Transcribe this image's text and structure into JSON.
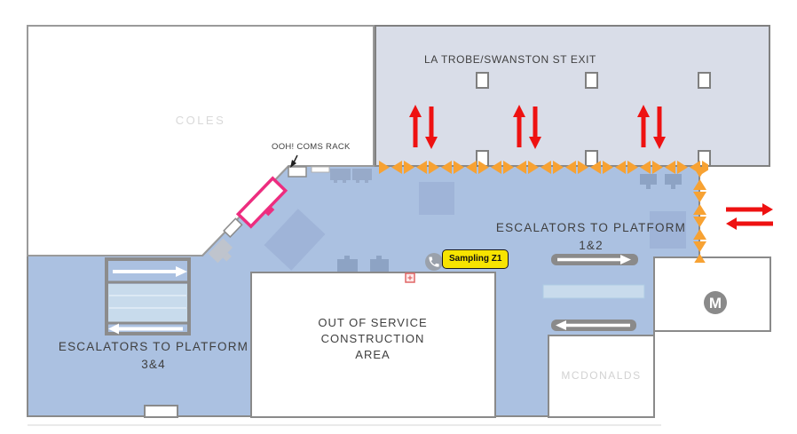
{
  "colors": {
    "concourse_blue": "#abc1e1",
    "exit_hall_gray": "#d9dde8",
    "barrier_orange": "#f7a233",
    "flow_arrow_red": "#ee1111",
    "highlight_pink": "#ed2d7f",
    "sampling_yellow": "#f7e400",
    "wall_gray": "#8a8a8a",
    "accent_dark_blue": "#9fb4d8"
  },
  "labels": {
    "exit_hall": "LA TROBE/SWANSTON ST EXIT",
    "coles": "COLES",
    "mcdonalds": "MCDONALDS",
    "coms_rack": "OOH! COMS RACK",
    "metro_logo": "M",
    "sampling_zone": "Sampling Z1"
  },
  "escalators": {
    "platform_1_2": {
      "line1": "ESCALATORS TO PLATFORM",
      "line2": "1&2"
    },
    "platform_3_4": {
      "line1": "ESCALATORS TO PLATFORM",
      "line2": "3&4"
    }
  },
  "construction": {
    "line1": "OUT OF SERVICE",
    "line2": "CONSTRUCTION",
    "line3": "AREA"
  }
}
